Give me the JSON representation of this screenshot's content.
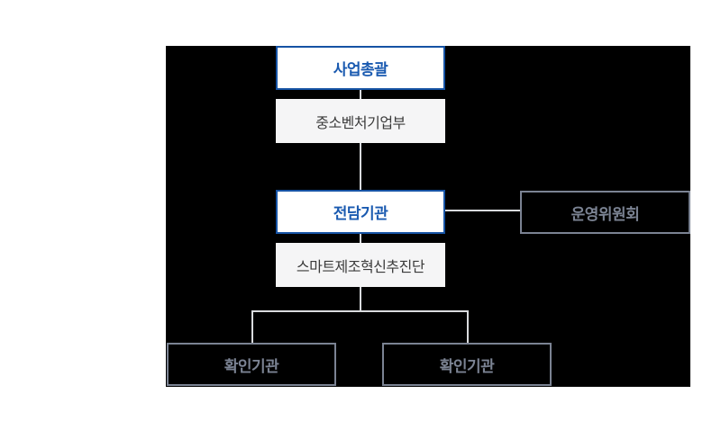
{
  "diagram": {
    "type": "org-chart",
    "nodes": {
      "business_oversight": {
        "role_label": "사업총괄",
        "org_label": "중소벤처기업부"
      },
      "dedicated_agency": {
        "role_label": "전담기관",
        "org_label": "스마트제조혁신추진단"
      },
      "steering_committee": {
        "label": "운영위원회"
      },
      "confirmation_agencies": [
        {
          "label": "확인기관"
        },
        {
          "label": "확인기관"
        }
      ]
    },
    "colors": {
      "page_background": "#ffffff",
      "panel_background": "#000000",
      "accent_blue_border": "#1653a4",
      "accent_blue_text": "#1a5ab0",
      "light_box_background": "#f5f5f6",
      "dark_text": "#3b3b3b",
      "slate_gray": "#7b8393",
      "connector_line": "#d9dbde"
    }
  }
}
